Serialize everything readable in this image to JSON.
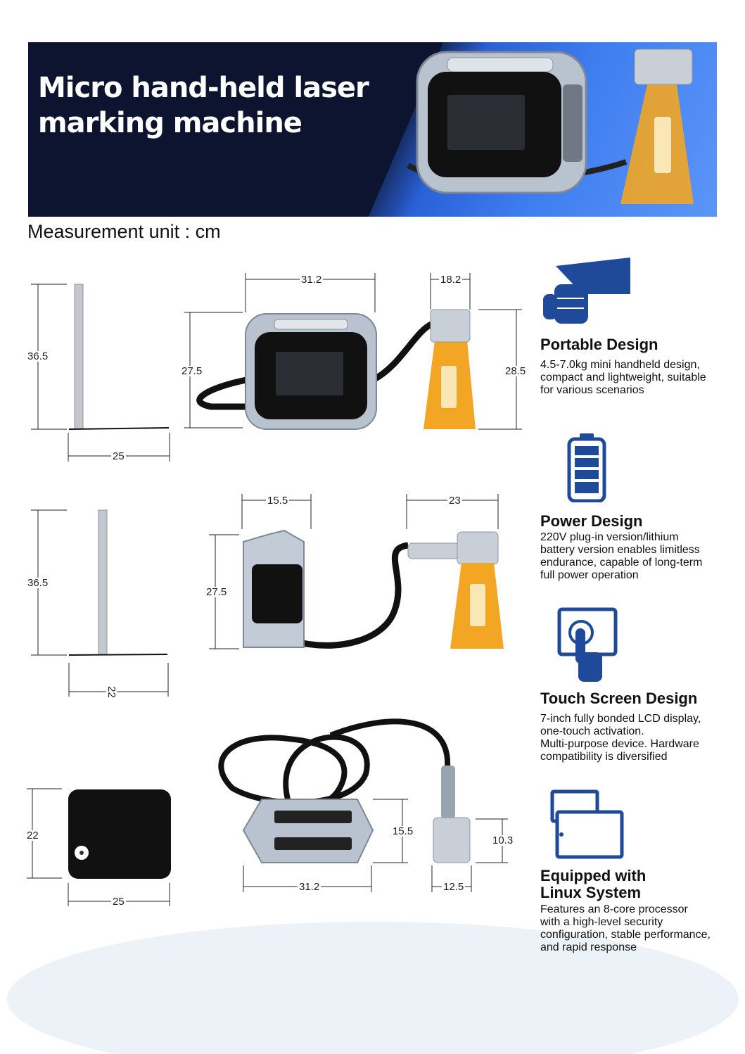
{
  "banner": {
    "title_line1": "Micro hand-held laser",
    "title_line2": "marking machine"
  },
  "measurement_label": "Measurement unit : cm",
  "dimensions": {
    "row1": {
      "stand_height": "36.5",
      "stand_base": "25",
      "device_width": "31.2",
      "device_height": "27.5",
      "head_width": "18.2",
      "head_height": "28.5"
    },
    "row2": {
      "stand_height": "36.5",
      "stand_base": "22",
      "device_depth": "15.5",
      "device_height": "27.5",
      "head_length": "23"
    },
    "row3": {
      "plate_height": "22",
      "plate_width": "25",
      "device_width": "31.2",
      "device_depth": "15.5",
      "head_width": "12.5",
      "head_depth": "10.3"
    }
  },
  "features": [
    {
      "icon": "hand-held-gun-icon",
      "title": "Portable Design",
      "desc": [
        "4.5-7.0kg mini handheld design,",
        "compact and lightweight, suitable",
        "for various scenarios"
      ]
    },
    {
      "icon": "battery-icon",
      "title": "Power Design",
      "desc": [
        "220V plug-in version/lithium",
        "battery version enables limitless",
        "endurance, capable of long-term",
        "full power operation"
      ]
    },
    {
      "icon": "touch-screen-icon",
      "title": "Touch Screen Design",
      "desc": [
        "7-inch fully bonded LCD display,",
        "one-touch activation.",
        "Multi-purpose device. Hardware",
        "compatibility is diversified"
      ]
    },
    {
      "icon": "windows-icon",
      "title_lines": [
        "Equipped with",
        "Linux System"
      ],
      "desc": [
        "Features an 8-core processor",
        "with a high-level security",
        "configuration, stable performance,",
        "and rapid response"
      ]
    }
  ],
  "colors": {
    "banner_dark": "#0c1430",
    "banner_blue": "#3f7ef0",
    "icon_blue": "#1f4a9a",
    "amber": "#f2a623"
  }
}
